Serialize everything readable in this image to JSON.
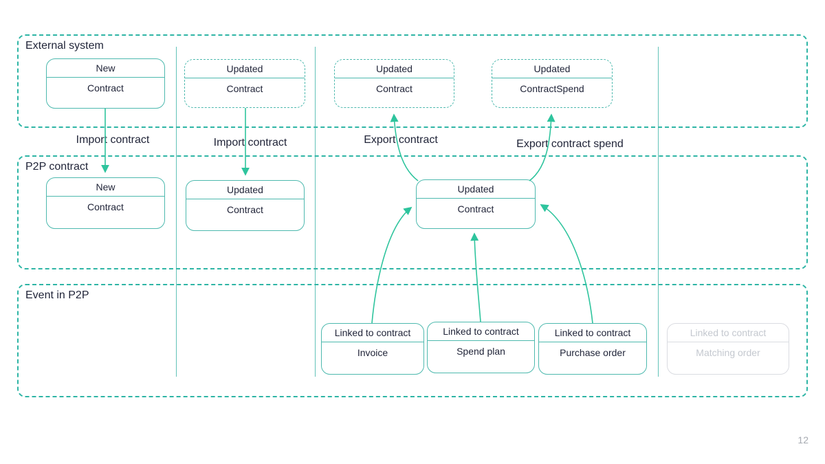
{
  "page_number": "12",
  "lanes": [
    {
      "label": "External system"
    },
    {
      "label": "P2P contract"
    },
    {
      "label": "Event in P2P"
    }
  ],
  "boxes": [
    {
      "header": "New",
      "body": "Contract"
    },
    {
      "header": "Updated",
      "body": "Contract"
    },
    {
      "header": "Updated",
      "body": "Contract"
    },
    {
      "header": "Updated",
      "body": "ContractSpend"
    },
    {
      "header": "New",
      "body": "Contract"
    },
    {
      "header": "Updated",
      "body": "Contract"
    },
    {
      "header": "Updated",
      "body": "Contract"
    },
    {
      "header": "Linked to contract",
      "body": "Invoice"
    },
    {
      "header": "Linked to contract",
      "body": "Spend plan"
    },
    {
      "header": "Linked to contract",
      "body": "Purchase order"
    },
    {
      "header": "Linked to contract",
      "body": "Matching order"
    }
  ],
  "flow_labels": [
    {
      "text": "Import contract"
    },
    {
      "text": "Import contract"
    },
    {
      "text": "Export contract"
    },
    {
      "text": "Export contract spend"
    }
  ],
  "colors": {
    "lane_border": "#2eb5a5",
    "node_border": "#4db9ae",
    "arrow": "#2ec49d",
    "text_dark": "#212539",
    "disabled_border": "#dadce1",
    "disabled_text": "#c4c8cf",
    "page_number": "#a6aab1"
  }
}
